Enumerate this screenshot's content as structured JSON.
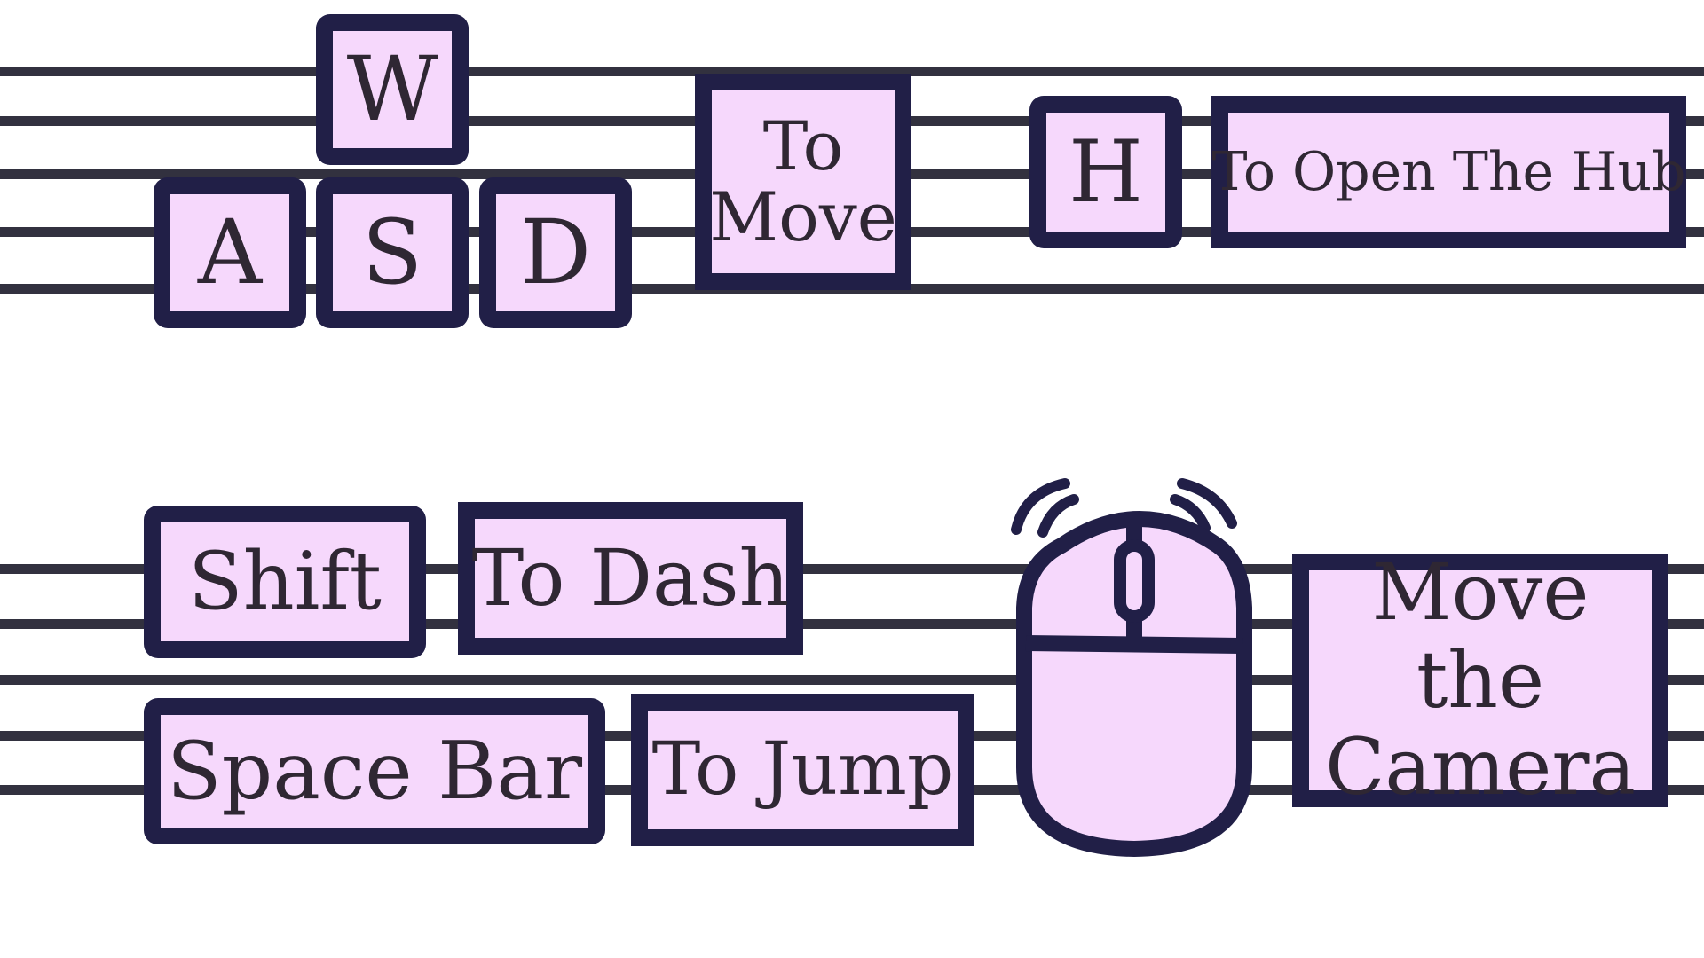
{
  "controls": {
    "move_keys": {
      "w": "W",
      "a": "A",
      "s": "S",
      "d": "D"
    },
    "move_label": "To\nMove",
    "hub_key": "H",
    "hub_label": "To Open The Hub",
    "dash_key": "Shift",
    "dash_label": "To Dash",
    "jump_key": "Space Bar",
    "jump_label": "To Jump",
    "camera_label": "Move the\nCamera"
  },
  "icons": {
    "camera_control": "mouse-icon"
  },
  "colors": {
    "box_fill": "#f6d8fc",
    "box_border": "#211f47",
    "text": "#2f2733",
    "staff_lines": "#32313f",
    "background": "#ffffff"
  }
}
